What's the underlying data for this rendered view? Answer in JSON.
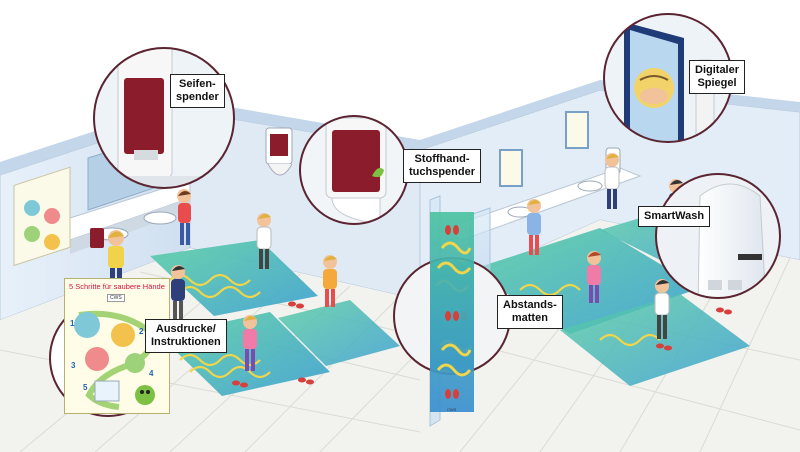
{
  "callouts": {
    "seifenspender": "Seifen-\nspender",
    "stoffhandtuchspender": "Stoffhand-\ntuchspender",
    "digitaler_spiegel": "Digitaler\nSpiegel",
    "smartwash": "SmartWash",
    "abstandsmatten": "Abstands-\nmatten",
    "ausdrucke": "Ausdrucke/\nInstruktionen"
  },
  "poster": {
    "title": "5 Schritte für saubere Hände",
    "brand": "CWS",
    "step_numbers": [
      "1",
      "2",
      "3",
      "4",
      "5"
    ]
  },
  "mat_brand": "CWS",
  "colors": {
    "wall": "#dce9f6",
    "floor_tile": "#f4f4f1",
    "mat": "#3fbfa0",
    "callout_ring": "#5a2430",
    "dispenser_red": "#8b1c2c",
    "poster_title": "#d4143c"
  }
}
